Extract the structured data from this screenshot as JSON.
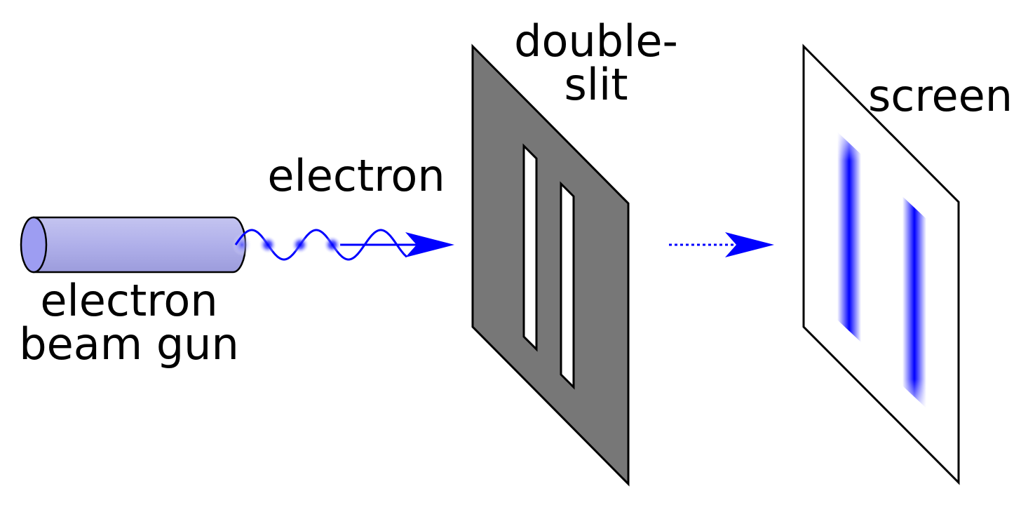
{
  "labels": {
    "gun_line1": "electron",
    "gun_line2": "beam gun",
    "particle": "electron",
    "slit_line1": "double-",
    "slit_line2": "slit",
    "screen": "screen"
  },
  "colors": {
    "beam": "#0000ff",
    "gun_body": "#b3b3ec",
    "gun_face": "#9d9df2",
    "slit_plate": "#777777",
    "screen_plate": "#ffffff",
    "outline": "#000000"
  }
}
